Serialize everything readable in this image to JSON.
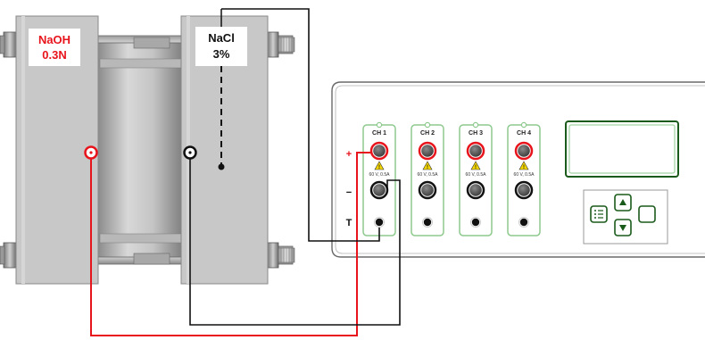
{
  "cell": {
    "left_label_line1": "NaOH",
    "left_label_line2": "0.3N",
    "right_label_line1": "NaCl",
    "right_label_line2": "3%"
  },
  "instrument": {
    "row_plus": "+",
    "row_minus": "−",
    "row_t": "T",
    "channels": [
      {
        "label": "CH 1",
        "rating": "60 V, 0.5A"
      },
      {
        "label": "CH 2",
        "rating": "60 V, 0.5A"
      },
      {
        "label": "CH 3",
        "rating": "60 V, 0.5A"
      },
      {
        "label": "CH 4",
        "rating": "60 V, 0.5A"
      }
    ]
  },
  "colors": {
    "accent_red": "#e8141c",
    "channel_green": "#8ec98e",
    "cell_gray": "#c8c8c8",
    "wire_black": "#111111"
  },
  "icons": [
    "warning-icon",
    "menu-icon",
    "up-arrow-icon",
    "down-arrow-icon",
    "enter-icon"
  ]
}
